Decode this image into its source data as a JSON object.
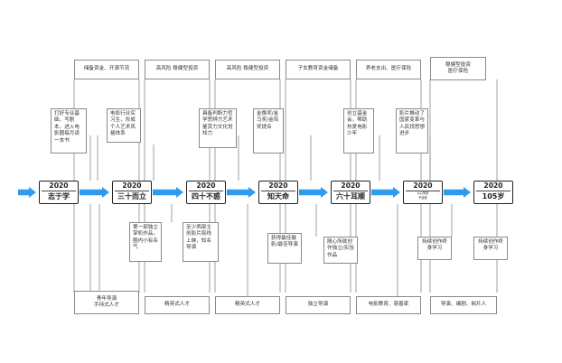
{
  "colors": {
    "arrow": "#2f9bef",
    "line": "#8a8a8a",
    "box_border": "#8a8a8a",
    "stage_border": "#222222"
  },
  "stages": [
    {
      "year": "2020",
      "name": "志于学"
    },
    {
      "year": "2020",
      "name": "三十而立"
    },
    {
      "year": "2020",
      "name": "四十不惑"
    },
    {
      "year": "2020",
      "name": "知天命"
    },
    {
      "year": "2020",
      "name": "六十耳顺"
    },
    {
      "year": "2020",
      "name": "从心所欲\n不逾矩"
    },
    {
      "year": "2020",
      "name": "105岁"
    }
  ],
  "top_boxes": [
    "储备资金、开源节流",
    "高风险 稳健型投资",
    "高风险 稳健型投资",
    "子女教育资金储备",
    "养老支出、医疗保险",
    "稳健型投资\n医疗保险"
  ],
  "upper_notes": [
    "打好专业基础，写剧本，进入电影圈每月读一本书",
    "电影行业实习生，形成个人艺术风格体系",
    "具备判断力哲学思辨力艺术鉴赏力文化觉知力",
    "金像奖/金马奖/金鸡奖提名",
    "创立基金会，帮助热爱电影少年",
    "影片推动了国家变革与人民找思想进步"
  ],
  "lower_notes": [
    "第一部独立掌机作品，圈内小有名气",
    "至少两部主创影片院线上映，知名导演",
    "获得最佳摄影/最佳导演",
    "随心所欲创作独立/实验作品",
    "持续创作终身学习",
    "持续创作终身学习"
  ],
  "bottom_boxes": [
    "青年导演\n手持式人才",
    "精英式人才",
    "精英式人才",
    "独立导演",
    "电影教育、慈善家",
    "导演、编剧、制片人"
  ]
}
